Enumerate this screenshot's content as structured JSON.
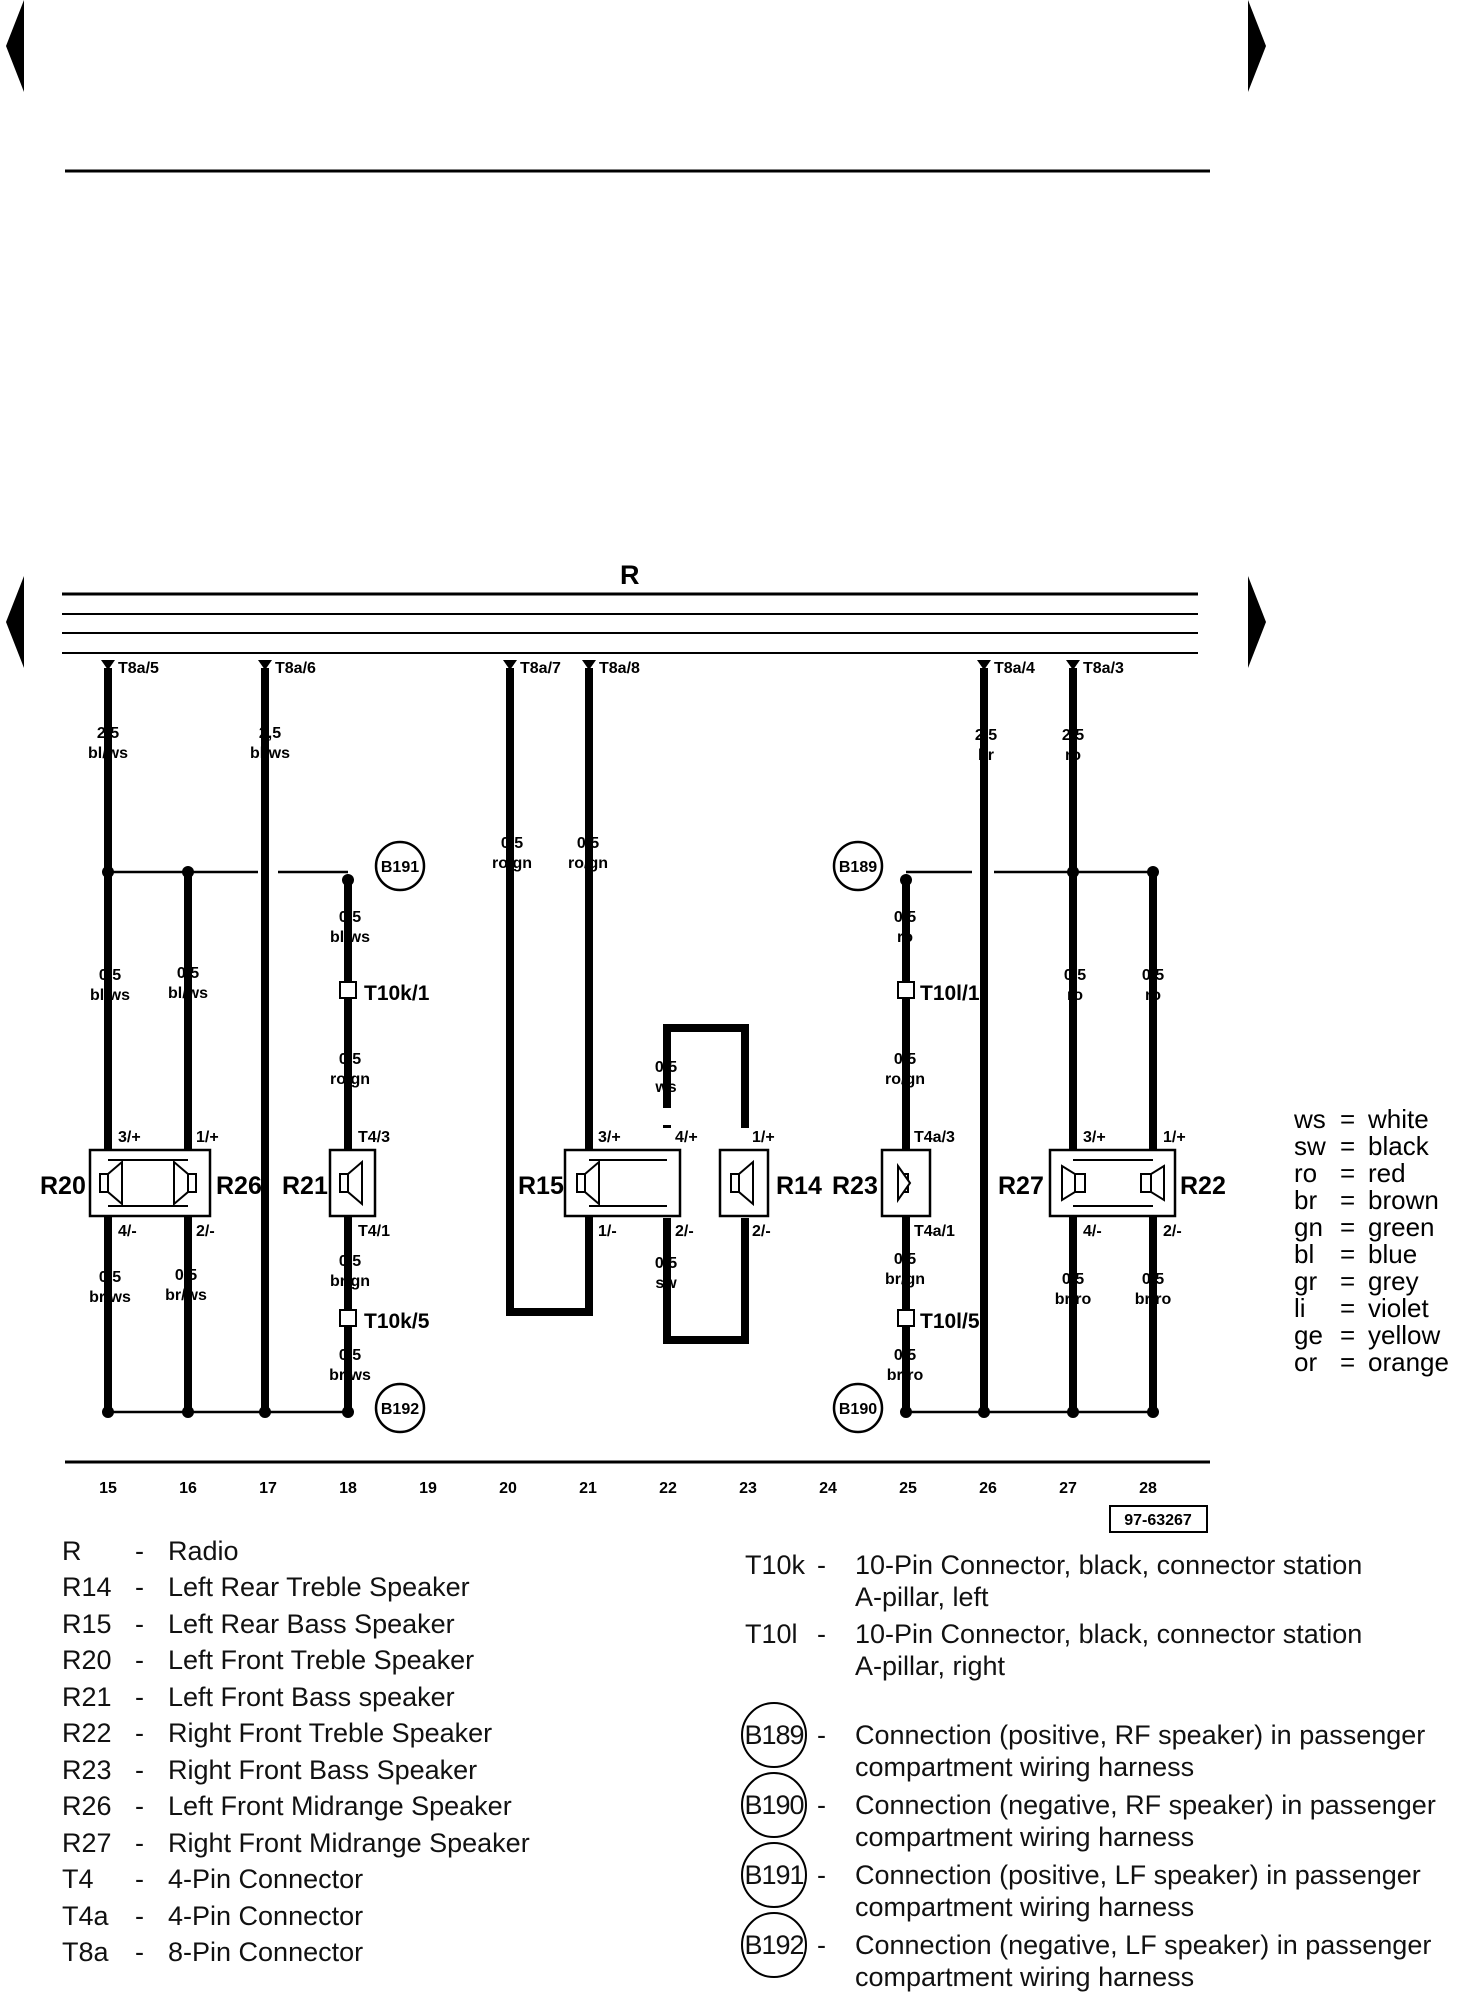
{
  "diagram": {
    "radio_label": "R",
    "doc_number": "97-63267",
    "pins": [
      {
        "id": "t8a5",
        "label": "T8a/5"
      },
      {
        "id": "t8a6",
        "label": "T8a/6"
      },
      {
        "id": "t8a7",
        "label": "T8a/7"
      },
      {
        "id": "t8a8",
        "label": "T8a/8"
      },
      {
        "id": "t8a4",
        "label": "T8a/4"
      },
      {
        "id": "t8a3",
        "label": "T8a/3"
      }
    ],
    "wires": [
      {
        "gauge": "2,5",
        "color": "bl/ws"
      },
      {
        "gauge": "2,5",
        "color": "bl/ws"
      },
      {
        "gauge": "2,5",
        "color": "br"
      },
      {
        "gauge": "2,5",
        "color": "ro"
      },
      {
        "gauge": "0,5",
        "color": "ro/gn"
      },
      {
        "gauge": "0,5",
        "color": "ro/gn"
      },
      {
        "gauge": "0,5",
        "color": "bl/ws"
      },
      {
        "gauge": "0,5",
        "color": "bl/ws"
      },
      {
        "gauge": "0,5",
        "color": "bl/ws"
      },
      {
        "gauge": "0,5",
        "color": "ro/gn"
      },
      {
        "gauge": "0,5",
        "color": "br/gn"
      },
      {
        "gauge": "0,5",
        "color": "br/ws"
      },
      {
        "gauge": "0,5",
        "color": "br/ws"
      },
      {
        "gauge": "0,5",
        "color": "br/ws"
      },
      {
        "gauge": "0,5",
        "color": "ws"
      },
      {
        "gauge": "0,5",
        "color": "sw"
      },
      {
        "gauge": "0,5",
        "color": "ro"
      },
      {
        "gauge": "0,5",
        "color": "ro/gn"
      },
      {
        "gauge": "0,5",
        "color": "br/gn"
      },
      {
        "gauge": "0,5",
        "color": "br/ro"
      },
      {
        "gauge": "0,5",
        "color": "ro"
      },
      {
        "gauge": "0,5",
        "color": "ro"
      },
      {
        "gauge": "0,5",
        "color": "br/ro"
      },
      {
        "gauge": "0,5",
        "color": "br/ro"
      }
    ],
    "terminals": [
      "3/+",
      "1/+",
      "4/-",
      "2/-",
      "T4/3",
      "T4/1",
      "3/+",
      "4/+",
      "1/+",
      "1/-",
      "2/-",
      "2/-",
      "T4a/3",
      "T4a/1",
      "3/+",
      "1/+",
      "4/-",
      "2/-"
    ],
    "components": [
      "R20",
      "R26",
      "R21",
      "R15",
      "R14",
      "R23",
      "R27",
      "R22"
    ],
    "connectors": [
      "T10k/1",
      "T10k/5",
      "T10l/1",
      "T10l/5"
    ],
    "junctions": [
      "B191",
      "B192",
      "B189",
      "B190"
    ],
    "grid_numbers": [
      "15",
      "16",
      "17",
      "18",
      "19",
      "20",
      "21",
      "22",
      "23",
      "24",
      "25",
      "26",
      "27",
      "28"
    ]
  },
  "color_codes": [
    {
      "abbr": "ws",
      "eq": "=",
      "name": "white"
    },
    {
      "abbr": "sw",
      "eq": "=",
      "name": "black"
    },
    {
      "abbr": "ro",
      "eq": "=",
      "name": "red"
    },
    {
      "abbr": "br",
      "eq": "=",
      "name": "brown"
    },
    {
      "abbr": "gn",
      "eq": "=",
      "name": "green"
    },
    {
      "abbr": "bl",
      "eq": "=",
      "name": "blue"
    },
    {
      "abbr": "gr",
      "eq": "=",
      "name": "grey"
    },
    {
      "abbr": "li",
      "eq": "=",
      "name": "violet"
    },
    {
      "abbr": "ge",
      "eq": "=",
      "name": "yellow"
    },
    {
      "abbr": "or",
      "eq": "=",
      "name": "orange"
    }
  ],
  "legend_left": [
    {
      "code": "R",
      "dash": "-",
      "desc": "Radio"
    },
    {
      "code": "R14",
      "dash": "-",
      "desc": "Left Rear Treble Speaker"
    },
    {
      "code": "R15",
      "dash": "-",
      "desc": "Left Rear Bass Speaker"
    },
    {
      "code": "R20",
      "dash": "-",
      "desc": "Left Front Treble Speaker"
    },
    {
      "code": "R21",
      "dash": "-",
      "desc": "Left Front Bass speaker"
    },
    {
      "code": "R22",
      "dash": "-",
      "desc": "Right Front Treble Speaker"
    },
    {
      "code": "R23",
      "dash": "-",
      "desc": "Right Front Bass Speaker"
    },
    {
      "code": "R26",
      "dash": "-",
      "desc": "Left  Front Midrange Speaker"
    },
    {
      "code": "R27",
      "dash": "-",
      "desc": "Right Front Midrange Speaker"
    },
    {
      "code": "T4",
      "dash": "-",
      "desc": "4-Pin Connector"
    },
    {
      "code": "T4a",
      "dash": "-",
      "desc": "4-Pin Connector"
    },
    {
      "code": "T8a",
      "dash": "-",
      "desc": "8-Pin Connector"
    }
  ],
  "legend_right": [
    {
      "code": "T10k",
      "dash": "-",
      "line1": "10-Pin Connector, black, connector station",
      "line2": "A-pillar, left"
    },
    {
      "code": "T10l",
      "dash": "-",
      "line1": "10-Pin Connector, black, connector station",
      "line2": "A-pillar, right"
    },
    {
      "code": "B189",
      "dash": "-",
      "line1": "Connection (positive, RF speaker) in passenger",
      "line2": "compartment wiring harness"
    },
    {
      "code": "B190",
      "dash": "-",
      "line1": "Connection (negative, RF speaker) in passenger",
      "line2": "compartment wiring harness"
    },
    {
      "code": "B191",
      "dash": "-",
      "line1": "Connection (positive, LF speaker) in passenger",
      "line2": "compartment wiring harness"
    },
    {
      "code": "B192",
      "dash": "-",
      "line1": "Connection (negative, LF speaker) in passenger",
      "line2": "compartment wiring harness"
    }
  ]
}
